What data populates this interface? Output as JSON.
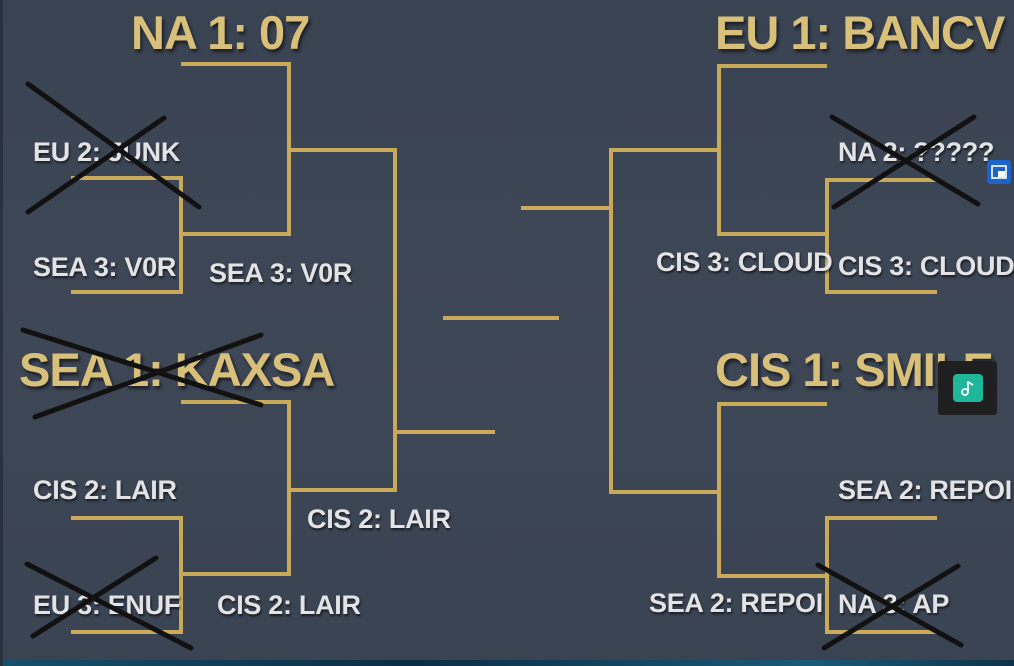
{
  "left_bracket": {
    "seed_top": "NA 1: 07",
    "seed_bottom": "SEA 1: KAXSA",
    "round1": [
      "EU 2: JUNK",
      "SEA 3: V0R",
      "CIS 2: LAIR",
      "EU 3: ENUF"
    ],
    "round2": [
      "SEA 3: V0R",
      "CIS 2: LAIR"
    ]
  },
  "right_bracket": {
    "seed_top": "EU 1: BANCV",
    "seed_bottom": "CIS 1: SMILE",
    "round1": [
      "NA 2: ?????",
      "CIS 3: CLOUD",
      "SEA 2: REPOI",
      "NA 3: AP"
    ],
    "round2": [
      "CIS 3: CLOUD",
      "SEA 2: REPOI"
    ]
  },
  "eliminated": [
    "EU 2: JUNK",
    "SEA 1: KAXSA",
    "EU 3: ENUF",
    "NA 2: ?????",
    "NA 3: AP"
  ],
  "colors": {
    "bracket_line": "#c9a95a",
    "seed_text": "#d8c07a",
    "team_text": "#e3e3e6",
    "background": "#3d4655",
    "cross": "#111111"
  },
  "icons": {
    "pip": "picture-in-picture-icon",
    "music": "music-note-icon"
  }
}
